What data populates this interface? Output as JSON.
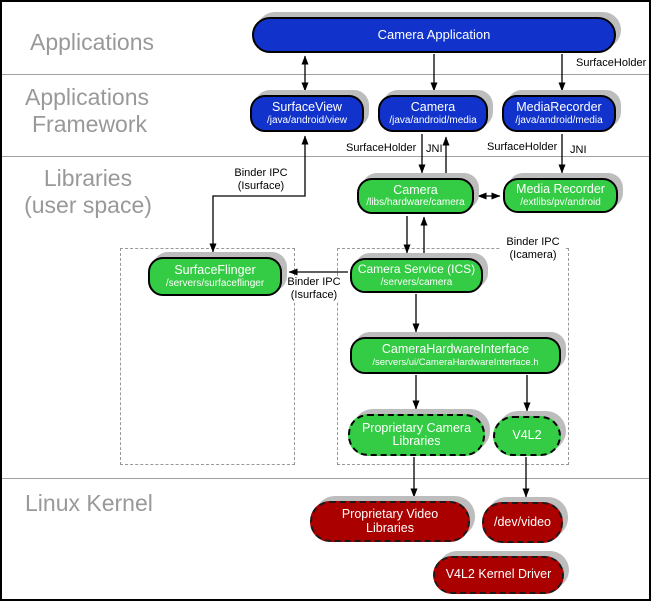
{
  "colors": {
    "node_blue": "#1133cc",
    "node_green": "#33cc44",
    "node_red": "#aa0000",
    "shadow_gray": "#bdbdbd",
    "layer_label_gray": "#999999",
    "divider_gray": "#a0a0a0",
    "group_dash_gray": "#999999",
    "frame_black": "#000000"
  },
  "layers": {
    "applications": "Applications",
    "framework_line1": "Applications",
    "framework_line2": "Framework",
    "libraries_line1": "Libraries",
    "libraries_line2": "(user space)",
    "kernel": "Linux Kernel"
  },
  "nodes": {
    "camera_application": {
      "title": "Camera Application"
    },
    "surface_view": {
      "title": "SurfaceView",
      "path": "/java/android/view"
    },
    "camera_java": {
      "title": "Camera",
      "path": "/java/android/media"
    },
    "media_recorder_java": {
      "title": "MediaRecorder",
      "path": "/java/android/media"
    },
    "camera_native": {
      "title": "Camera",
      "path": "/libs/hardware/camera"
    },
    "media_recorder_native": {
      "title": "Media Recorder",
      "path": "/extlibs/pv/android"
    },
    "surface_flinger": {
      "title": "SurfaceFlinger",
      "path": "/servers/surfaceflinger"
    },
    "camera_service": {
      "title": "Camera Service (ICS)",
      "path": "/servers/camera"
    },
    "camera_hardware_interface": {
      "title": "CameraHardwareInterface",
      "path": "/servers/ui/CameraHardwareInterface.h"
    },
    "proprietary_camera_libraries": {
      "title": "Proprietary Camera Libraries"
    },
    "v4l2": {
      "title": "V4L2"
    },
    "proprietary_video_libraries": {
      "title": "Proprietary Video Libraries"
    },
    "dev_video": {
      "title": "/dev/video"
    },
    "v4l2_kernel_driver": {
      "title": "V4L2 Kernel Driver"
    }
  },
  "edge_labels": {
    "surface_holder_top": "SurfaceHolder",
    "surface_holder_camera": "SurfaceHolder",
    "jni_camera": "JNI",
    "surface_holder_media": "SurfaceHolder",
    "jni_media": "JNI",
    "binder_ipc_isurface_upper": {
      "line1": "Binder IPC",
      "line2": "(Isurface)"
    },
    "binder_ipc_isurface_lower": {
      "line1": "Binder IPC",
      "line2": "(Isurface)"
    },
    "binder_ipc_icamera": {
      "line1": "Binder IPC",
      "line2": "(Icamera)"
    }
  }
}
